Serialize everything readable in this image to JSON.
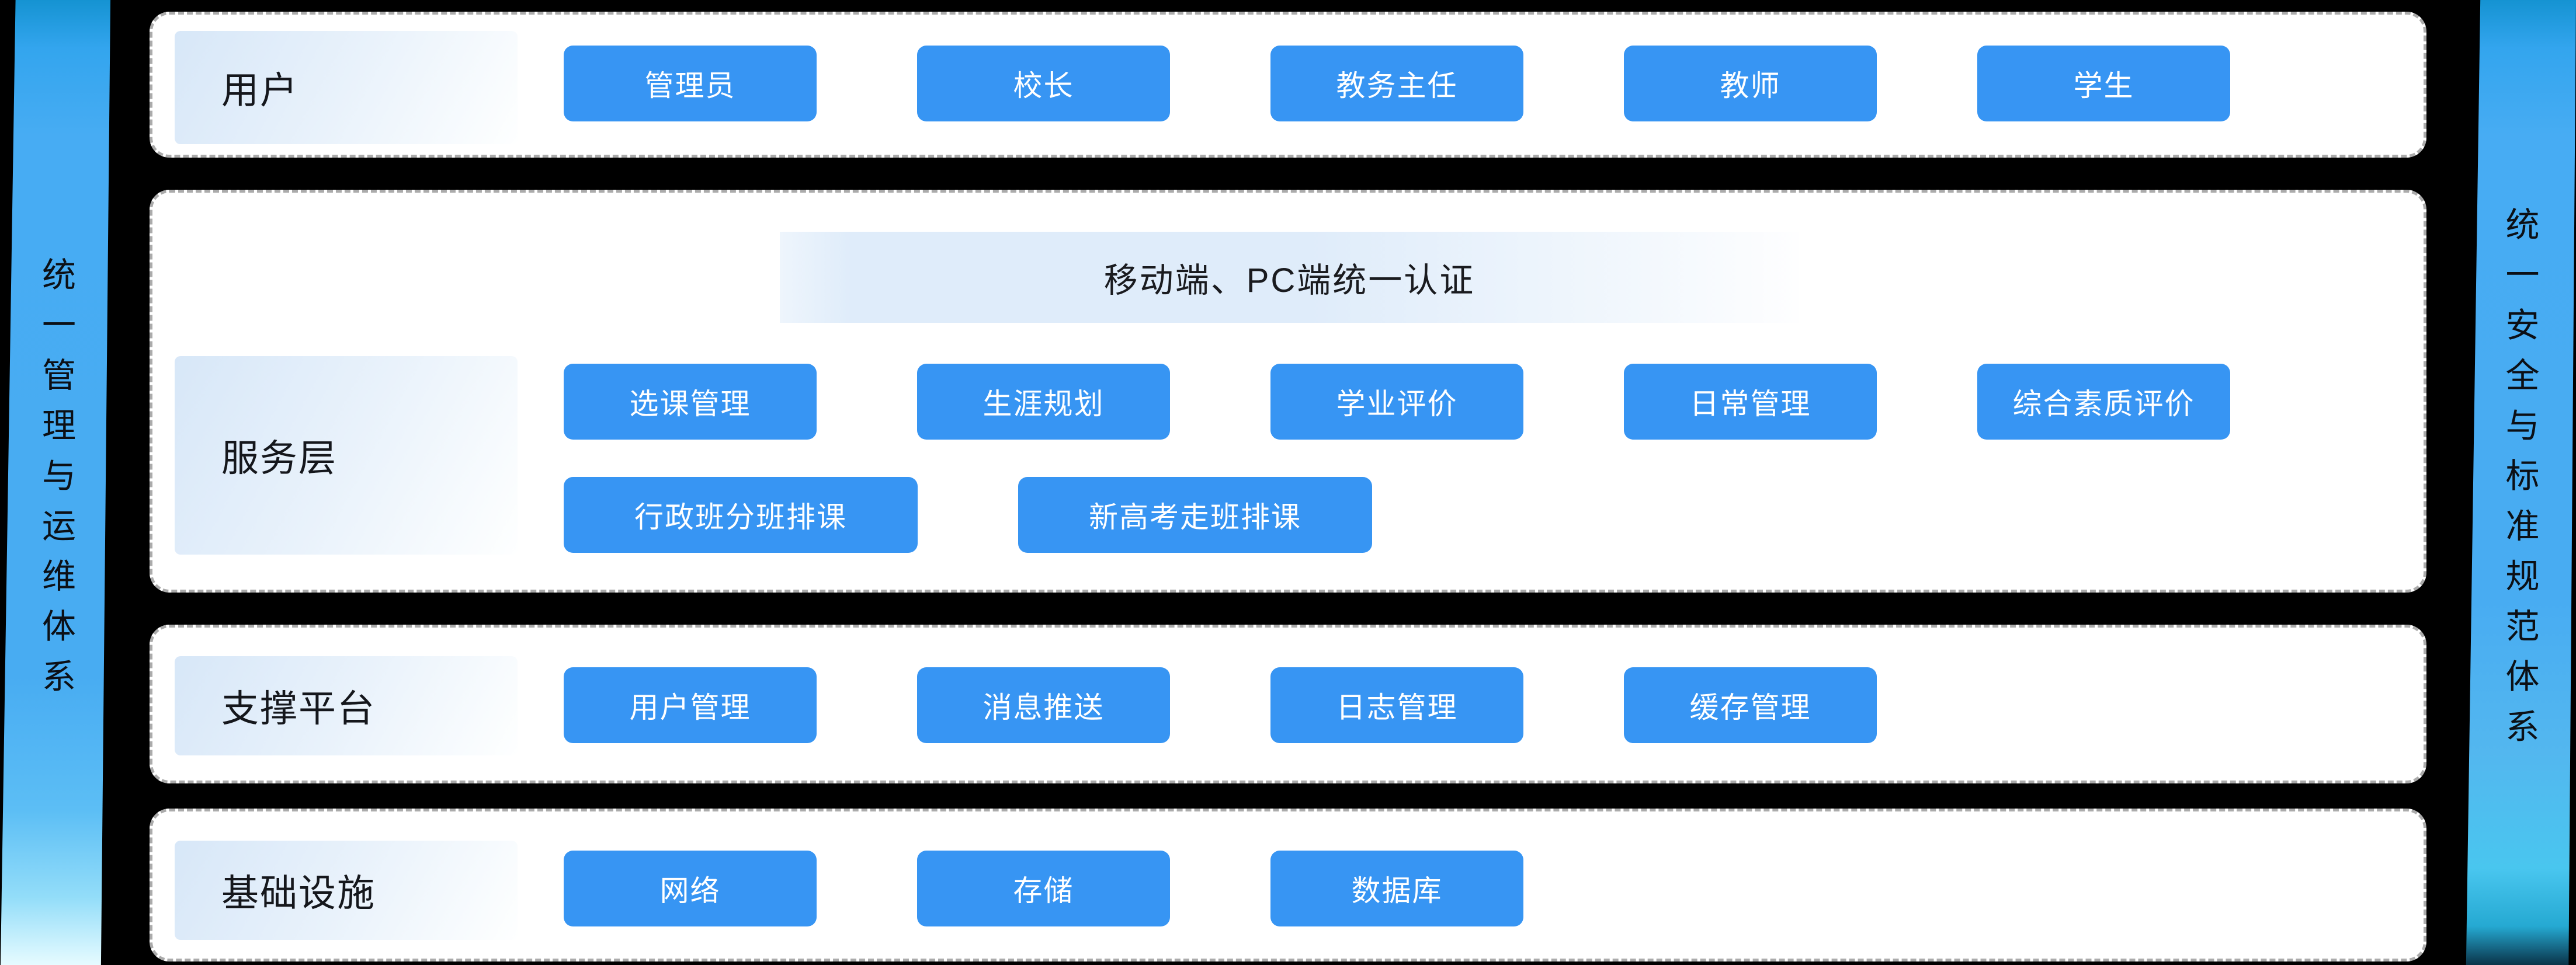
{
  "colors": {
    "background": "#000000",
    "chip_blue": "#3795f3",
    "ribbon_blue": "#47acf3",
    "band_blue": "#dfecfa",
    "panel_white": "#ffffff",
    "dashed_border_gray": "#ababab"
  },
  "left_ribbon": {
    "text": "统一管理与运维体系"
  },
  "right_ribbon": {
    "text": "统一安全与标准规范体系"
  },
  "rows": [
    {
      "label": "用户",
      "buttons": [
        "管理员",
        "校长",
        "教务主任",
        "教师",
        "学生"
      ]
    },
    {
      "label": "服务层",
      "banner": "移动端、PC端统一认证",
      "buttons_row1": [
        "选课管理",
        "生涯规划",
        "学业评价",
        "日常管理",
        "综合素质评价"
      ],
      "buttons_row2": [
        "行政班分班排课",
        "新高考走班排课"
      ]
    },
    {
      "label": "支撑平台",
      "buttons": [
        "用户管理",
        "消息推送",
        "日志管理",
        "缓存管理"
      ]
    },
    {
      "label": "基础设施",
      "buttons": [
        "网络",
        "存储",
        "数据库"
      ]
    }
  ]
}
